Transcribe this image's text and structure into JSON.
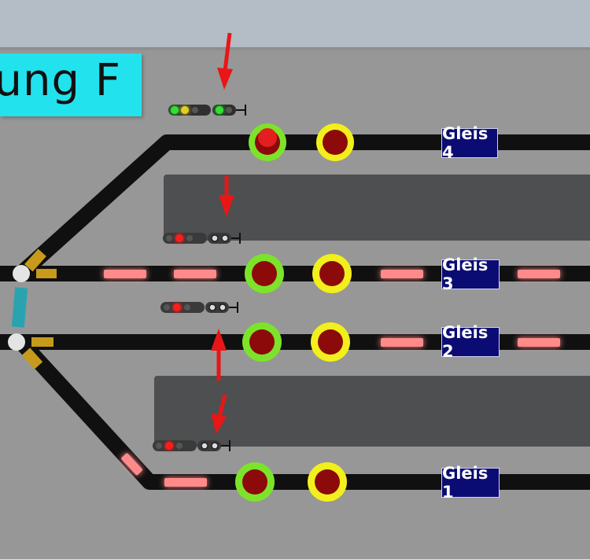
{
  "title_label": "tung F",
  "tracks": [
    {
      "label": "Gleis 4"
    },
    {
      "label": "Gleis 3"
    },
    {
      "label": "Gleis 2"
    },
    {
      "label": "Gleis 1"
    }
  ],
  "colors": {
    "board": "#979797",
    "track": "#101010",
    "platform": "#4e4f51",
    "label_bg": "#0b0c73",
    "title_bg": "#22e2ee",
    "occupied_segment": "#ff8080",
    "arrow": "#e81616",
    "signal_red": "#ff1a1a",
    "signal_green": "#30e030",
    "signal_yellow": "#e0d020",
    "button_green_ring": "#7ce32a",
    "button_yellow_ring": "#f2ef1c",
    "button_center": "#8c0a0a",
    "switch_amber": "#c89a1c",
    "switch_cyan": "#2aa3b0"
  },
  "icons": [
    "arrow-down-icon",
    "arrow-up-icon",
    "signal-icon",
    "route-button-icon",
    "switch-icon"
  ]
}
